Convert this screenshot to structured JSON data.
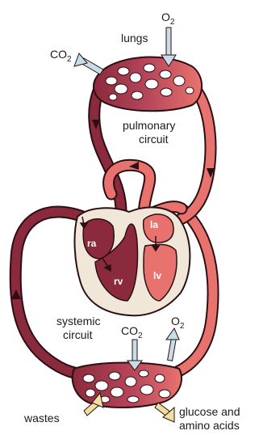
{
  "labels": {
    "lungs": "lungs",
    "o2_top": "O",
    "o2_top_sub": "2",
    "co2_top": "CO",
    "co2_top_sub": "2",
    "pulmonary_1": "pulmonary",
    "pulmonary_2": "circuit",
    "systemic_1": "systemic",
    "systemic_2": "circuit",
    "co2_bottom": "CO",
    "co2_bottom_sub": "2",
    "o2_bottom": "O",
    "o2_bottom_sub": "2",
    "wastes": "wastes",
    "glucose_1": "glucose and",
    "glucose_2": "amino acids"
  },
  "chambers": {
    "ra": "ra",
    "rv": "rv",
    "la": "la",
    "lv": "lv"
  },
  "colors": {
    "deoxygenated": "#8b2a3c",
    "oxygenated": "#e8736e",
    "outline": "#2b0f14",
    "heart_wall": "#f1e7d8",
    "arrow_out": "#c7dde8",
    "arrow_in": "#f1dfa0"
  }
}
